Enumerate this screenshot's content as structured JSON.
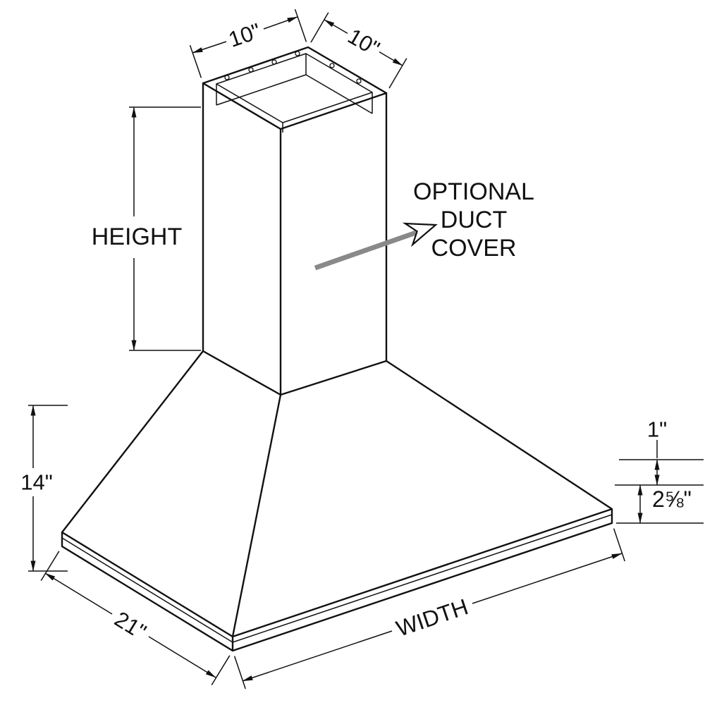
{
  "diagram": {
    "kind": "isometric dimension line drawing",
    "subject": "wall-mount chimney range hood with optional duct cover",
    "labels": {
      "duct_width": "10\"",
      "duct_depth": "10\"",
      "chimney_height": "HEIGHT",
      "callout_line1": "OPTIONAL",
      "callout_line2": "DUCT",
      "callout_line3": "COVER",
      "hood_height": "14\"",
      "top_edge": "1\"",
      "rim_height": "2⅝\"",
      "hood_width": "WIDTH",
      "hood_depth": "21\""
    },
    "colors": {
      "line": "#111111",
      "arrow_shaft": "#898989",
      "background": "#ffffff"
    }
  }
}
